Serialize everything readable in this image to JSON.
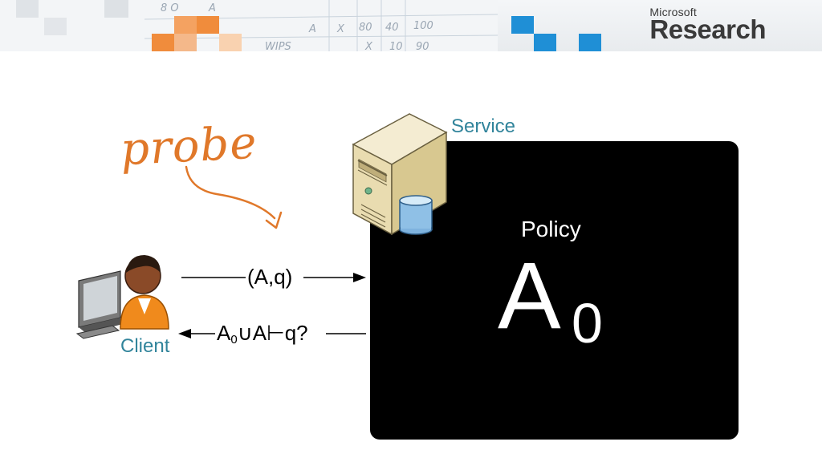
{
  "header": {
    "logo_small": "Microsoft",
    "logo_big": "Research"
  },
  "diagram": {
    "service_label": "Service",
    "client_label": "Client",
    "policy_label": "Policy",
    "policy_symbol": "A",
    "policy_subscript": "0",
    "request_message": "(A,q)",
    "reply_message_a": "A",
    "reply_message_sub": "0",
    "reply_message_rest": "∪A⊢q?",
    "probe_annotation": "probe"
  },
  "colors": {
    "accent_label": "#31849b",
    "probe": "#e0782a",
    "policy_box": "#000000"
  },
  "icons": [
    "server-icon",
    "database-icon",
    "client-user-icon",
    "computer-icon",
    "arrow-right-icon",
    "arrow-left-icon",
    "probe-arrow-icon"
  ]
}
